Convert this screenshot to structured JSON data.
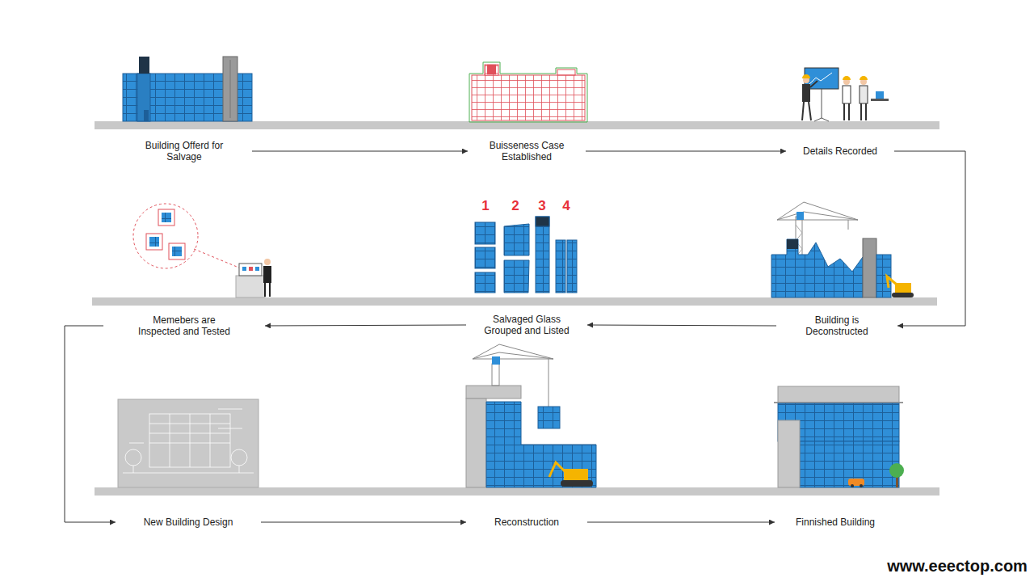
{
  "diagram": {
    "nodes": [
      {
        "text": [
          "Building Offerd for Salvage"
        ]
      },
      {
        "text": [
          "Buisseness Case Established"
        ]
      },
      {
        "text": [
          "Details Recorded"
        ]
      },
      {
        "text": [
          "Memebers are Inspected and Tested"
        ]
      },
      {
        "text": [
          "Salvaged Glass Grouped and Listed"
        ]
      },
      {
        "text": [
          "Building is Deconstructed"
        ]
      },
      {
        "text": [
          "New Building Design"
        ]
      },
      {
        "text": [
          "Reconstruction"
        ]
      },
      {
        "text": [
          "Finnished Building"
        ]
      }
    ],
    "edges": [
      {
        "from": 0,
        "to": 1,
        "arrow": "to"
      },
      {
        "from": 1,
        "to": 2,
        "arrow": "to"
      },
      {
        "from": 2,
        "to": 5,
        "arrow": "to"
      },
      {
        "from": 5,
        "to": 4,
        "arrow": "to"
      },
      {
        "from": 4,
        "to": 3,
        "arrow": "to"
      },
      {
        "from": 3,
        "to": 6,
        "arrow": "to"
      },
      {
        "from": 6,
        "to": 7,
        "arrow": "to"
      },
      {
        "from": 7,
        "to": 8,
        "arrow": "to"
      }
    ],
    "labels": [
      "1",
      "2",
      "3",
      "4",
      "www.eeectop.com"
    ]
  }
}
